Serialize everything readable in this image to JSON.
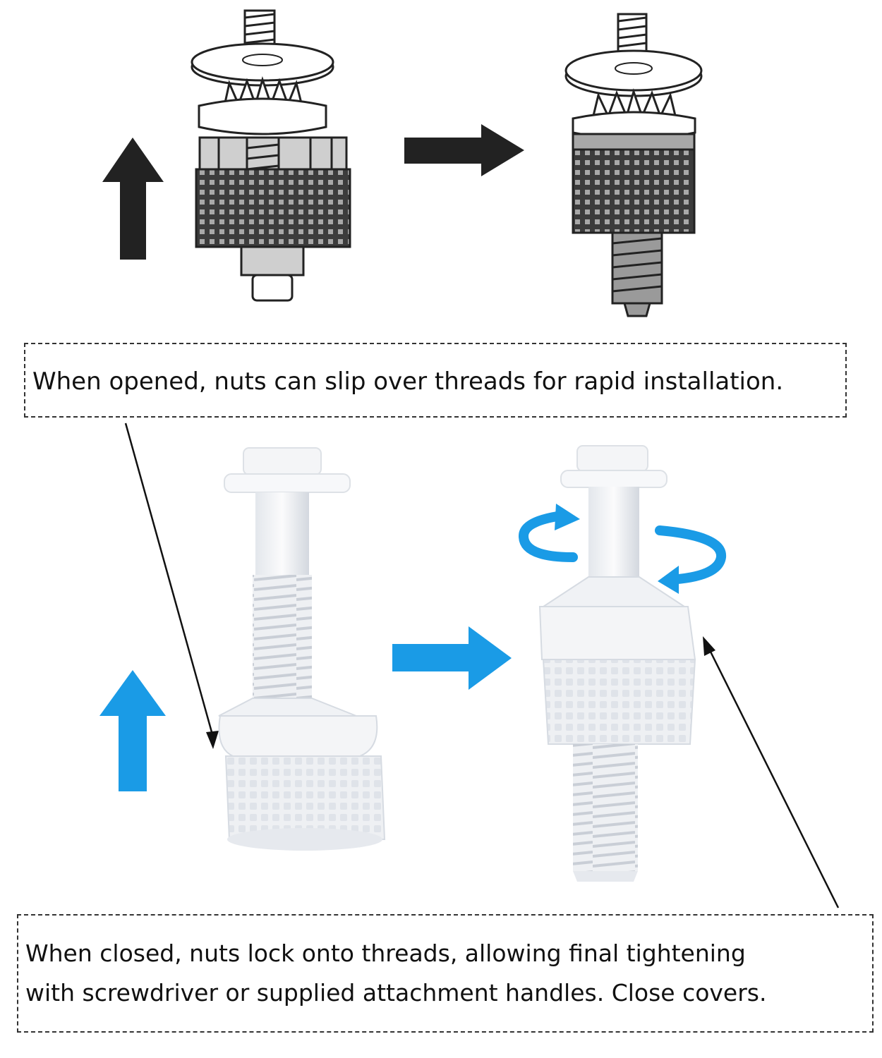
{
  "captions": {
    "top": "When opened, nuts can slip over threads for rapid installation.",
    "bottom_line1": "When closed, nuts lock onto threads, allowing final tightening",
    "bottom_line2": "with screwdriver or supplied attachment handles. Close covers."
  },
  "icons": {
    "up_arrow": "up-arrow-icon",
    "right_arrow": "right-arrow-icon",
    "rotation": "rotate-arrows-icon"
  },
  "colors": {
    "arrow_black": "#222222",
    "arrow_blue": "#1a9be6",
    "part_white": "#eef0f3",
    "part_shadow": "#d6dbe2",
    "knurl_dark": "#3c3c3c",
    "knurl_gray": "#9a9a9a"
  }
}
